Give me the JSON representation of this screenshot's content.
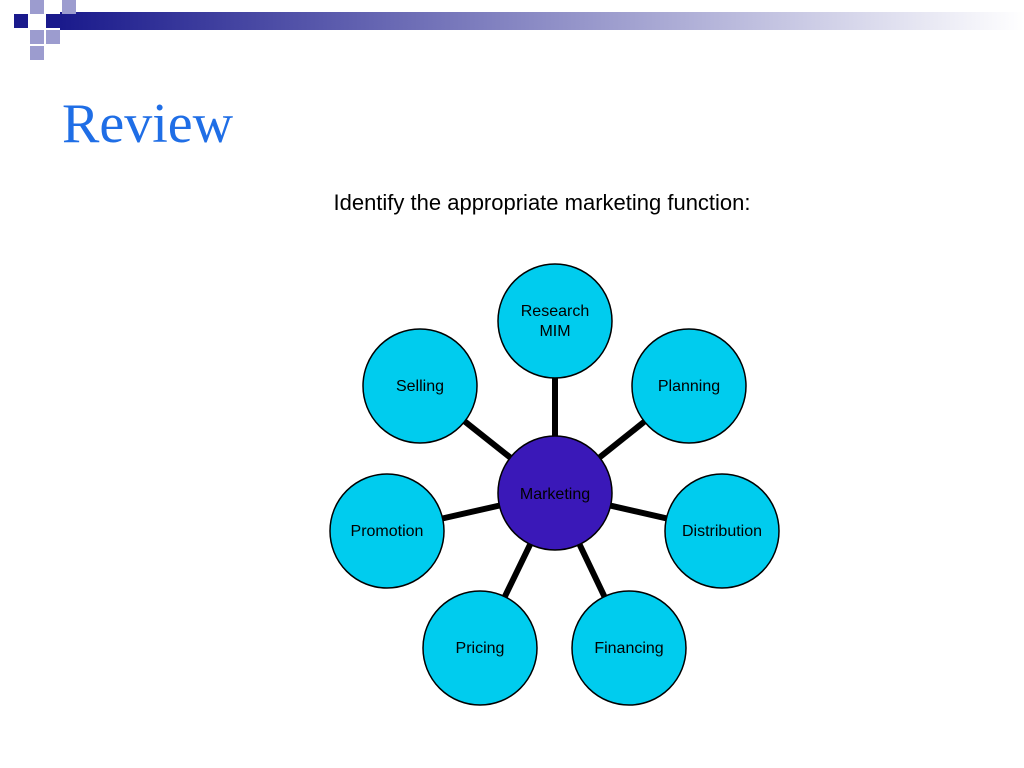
{
  "slide": {
    "title": "Review",
    "subtitle": "Identify the appropriate marketing function:"
  },
  "colors": {
    "title": "#1f6ee6",
    "decor_dark": "#1a1a8c",
    "decor_light": "#9c9ccf",
    "hub_fill": "#3a18b8",
    "node_fill": "#00ccee",
    "stroke": "#000000"
  },
  "diagram": {
    "hub": {
      "label": "Marketing"
    },
    "nodes": [
      {
        "id": "research",
        "lines": [
          "Research",
          "MIM"
        ]
      },
      {
        "id": "planning",
        "lines": [
          "Planning"
        ]
      },
      {
        "id": "distribution",
        "lines": [
          "Distribution"
        ]
      },
      {
        "id": "financing",
        "lines": [
          "Financing"
        ]
      },
      {
        "id": "pricing",
        "lines": [
          "Pricing"
        ]
      },
      {
        "id": "promotion",
        "lines": [
          "Promotion"
        ]
      },
      {
        "id": "selling",
        "lines": [
          "Selling"
        ]
      }
    ]
  }
}
